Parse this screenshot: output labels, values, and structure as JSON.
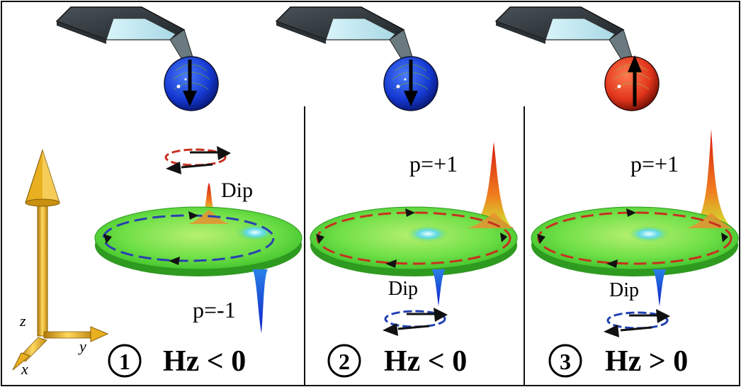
{
  "axes": {
    "z": "z",
    "y": "y",
    "x": "x"
  },
  "panels": [
    {
      "number": "1",
      "condition": "Hz < 0",
      "tip_magnetization": "down",
      "tip_color": "#1a3fd9",
      "dip_label": "Dip",
      "p_label": "p=-1",
      "main_peak": "down",
      "dip_peak": "up"
    },
    {
      "number": "2",
      "condition": "Hz < 0",
      "tip_magnetization": "down",
      "tip_color": "#1a3fd9",
      "dip_label": "Dip",
      "p_label": "p=+1",
      "main_peak": "up",
      "dip_peak": "down"
    },
    {
      "number": "3",
      "condition": "Hz > 0",
      "tip_magnetization": "up",
      "tip_color": "#e8341c",
      "dip_label": "Dip",
      "p_label": "p=+1",
      "main_peak": "up",
      "dip_peak": "down"
    }
  ],
  "colors": {
    "disk": "#66dd44",
    "disk_edge": "#2f9a20",
    "peak_up": "#e84a1a",
    "peak_down": "#1f3fe0",
    "loop_red": "#c83020",
    "loop_blue": "#2040b0",
    "axis_gold": "#e8b020"
  }
}
